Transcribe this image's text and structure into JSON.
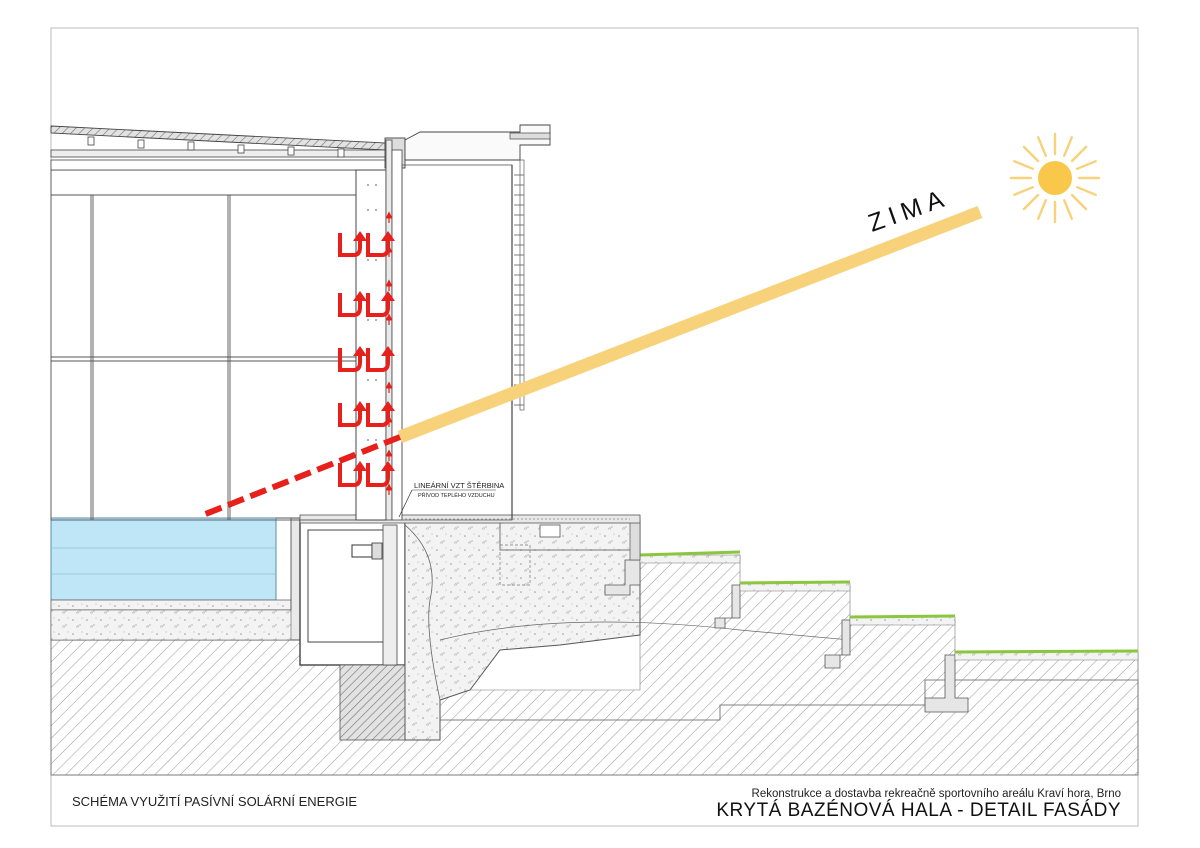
{
  "sheet": {
    "drawing_label": "SCHÉMA VYUŽITÍ PASÍVNÍ SOLÁRNÍ ENERGIE",
    "project_line": "Rekonstrukce a dostavba rekreačně sportovního areálu Kraví hora, Brno",
    "main_title": "KRYTÁ BAZÉNOVÁ HALA - DETAIL FASÁDY"
  },
  "diagram": {
    "sun_ray_label": "ZIMA",
    "annotation_line1": "LINEÁRNÍ VZT ŠTĚRBINA",
    "annotation_line2": "PŘÍVOD TEPLÉHO VZDUCHU",
    "colors": {
      "sun": "#f7d27a",
      "sun_core": "#f9c84a",
      "airflow": "#e8201c",
      "pool_water": "#bfe6f7",
      "grass": "#8cc63f",
      "line": "#444444"
    }
  }
}
